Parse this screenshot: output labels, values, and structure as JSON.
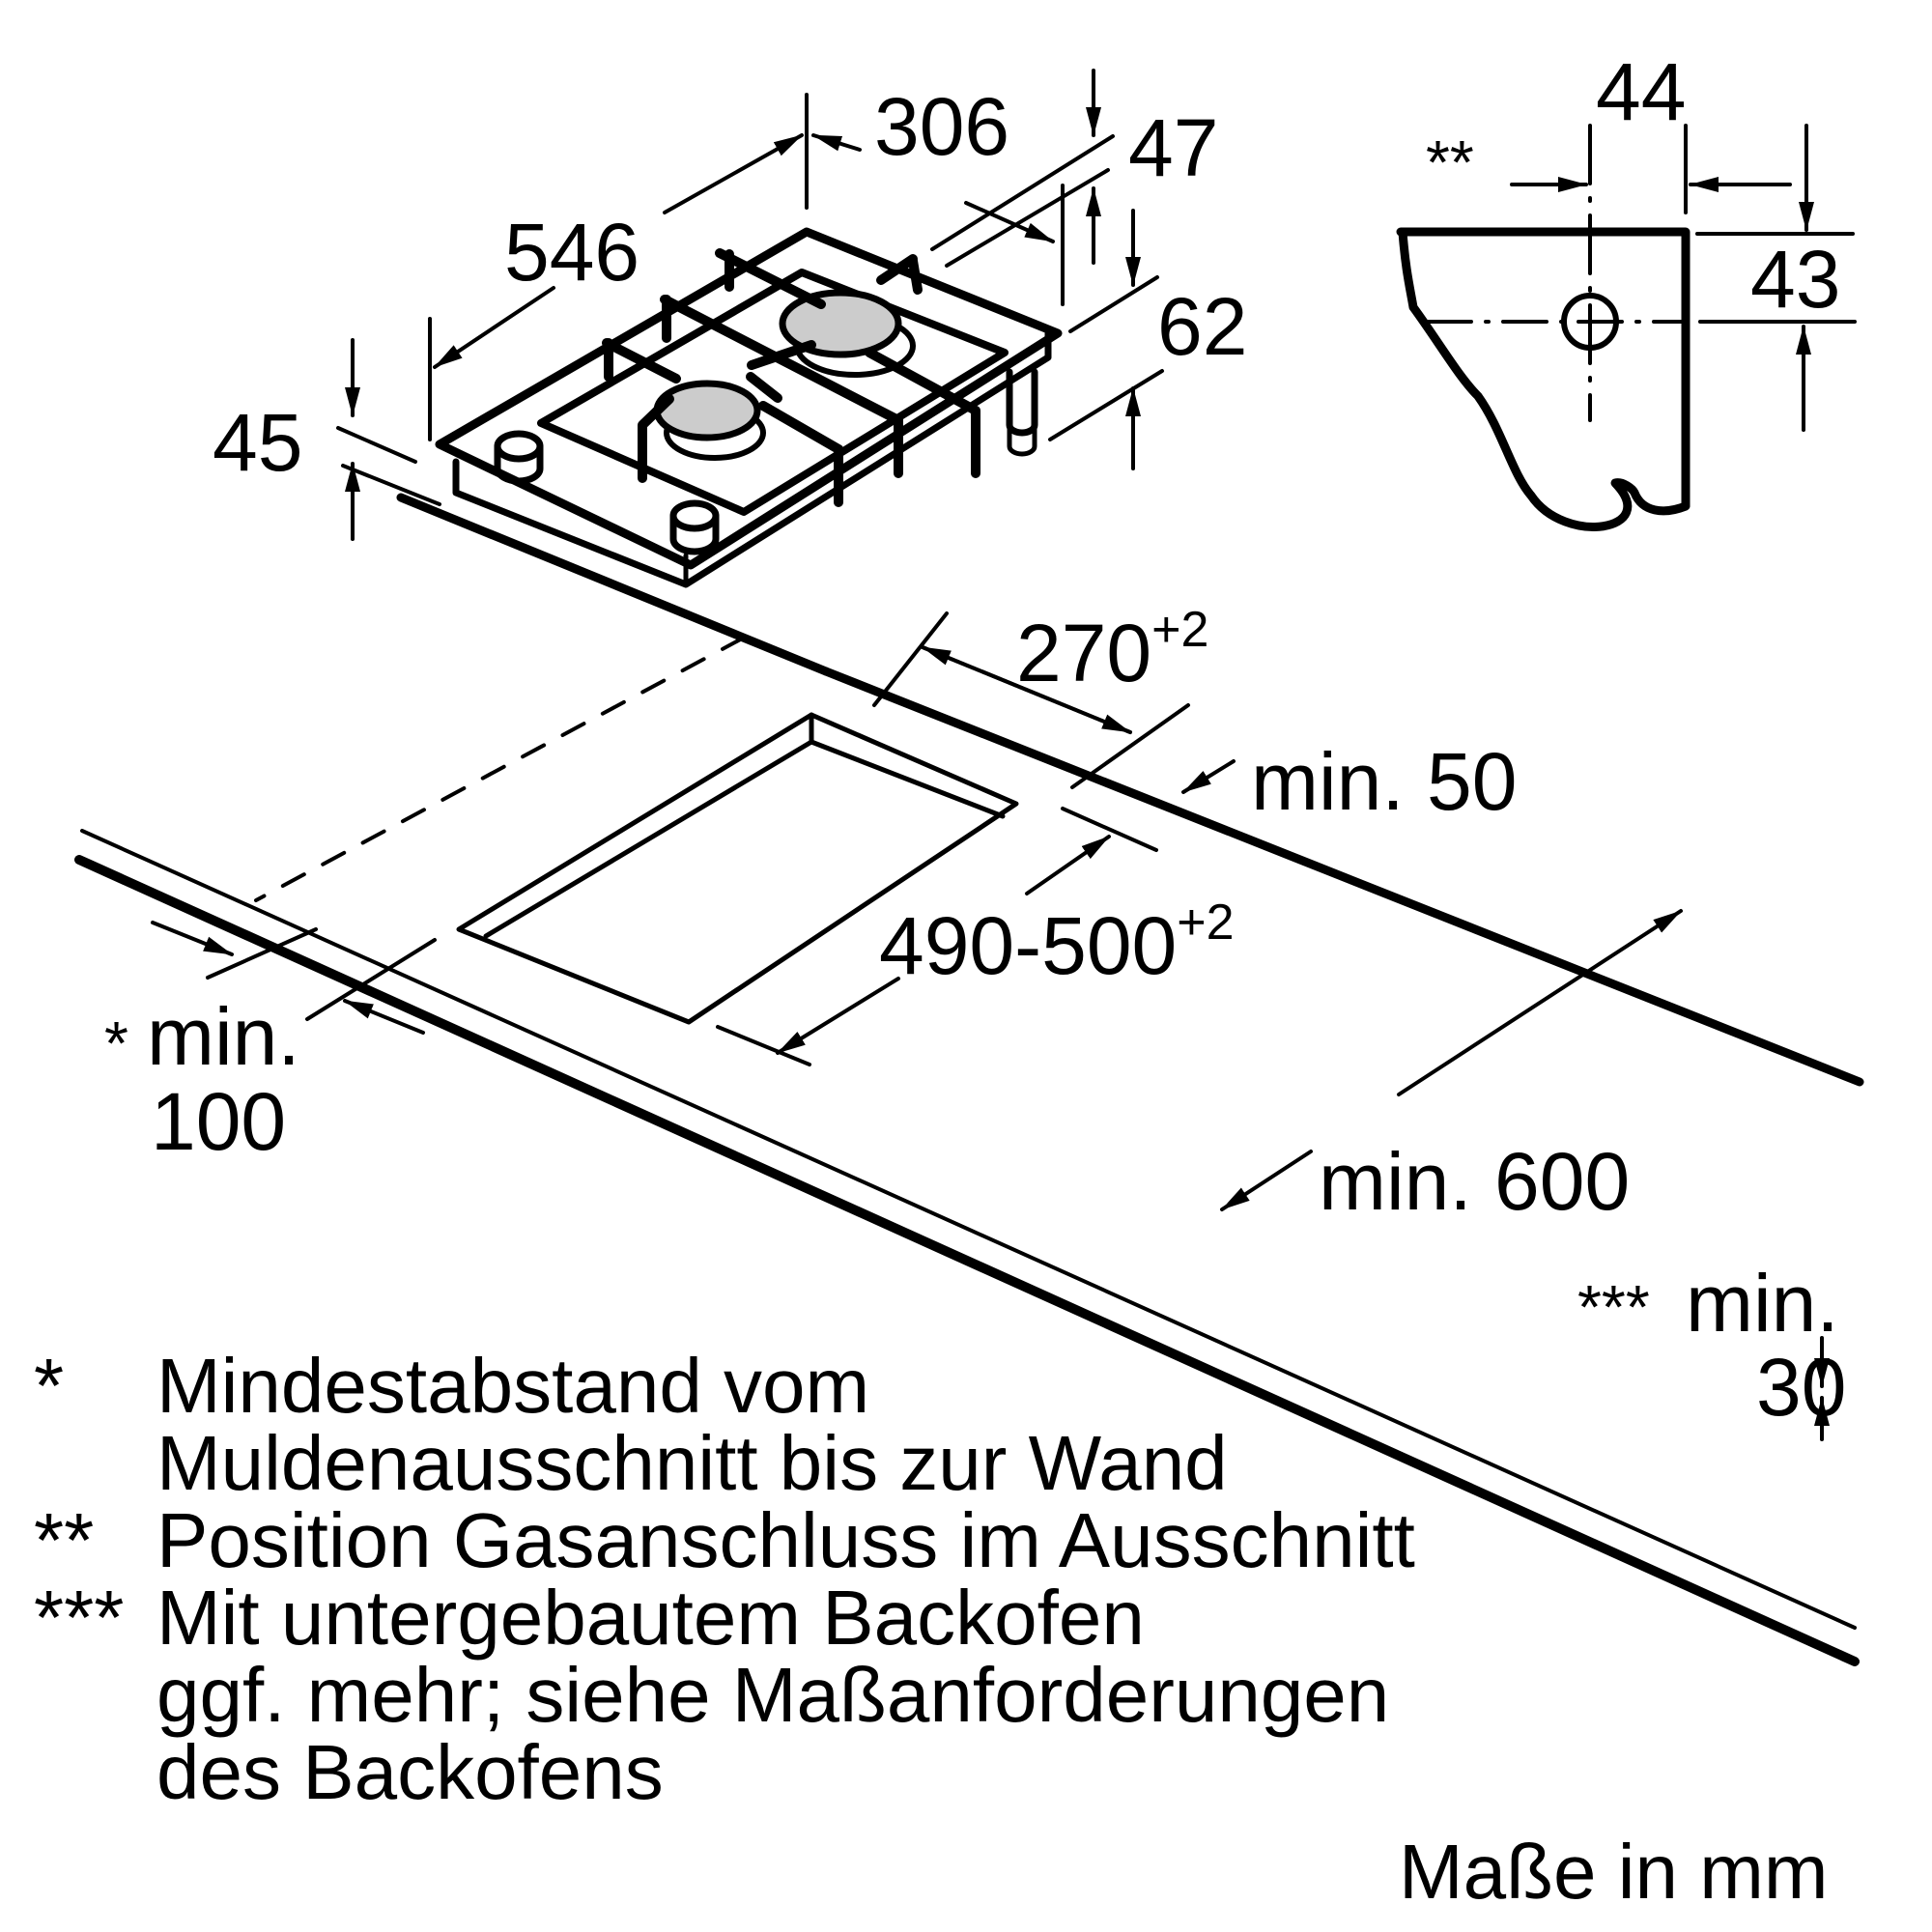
{
  "colors": {
    "line": "#000000",
    "background": "#ffffff",
    "burner_cap": "#cccccc"
  },
  "hob": {
    "dimensions": {
      "width": "306",
      "depth": "546",
      "height_total": "45",
      "rear_edge_offset": "47",
      "connector_height": "62"
    }
  },
  "gas_connection_detail": {
    "marker": "**",
    "horizontal_offset": "44",
    "vertical_offset": "43"
  },
  "cutout": {
    "width": "270",
    "width_tolerance": "+2",
    "depth": "490-500",
    "depth_tolerance": "+2",
    "min_rear": "min. 50",
    "min_side_marker": "*",
    "min_side_label": "min.",
    "min_side_value": "100",
    "countertop_depth": "min. 600",
    "min_front_marker": "***",
    "min_front_label": "min.",
    "min_front_value": "30"
  },
  "notes": [
    {
      "marker": "*",
      "lines": [
        "Mindestabstand vom",
        "Muldenausschnitt bis zur Wand"
      ]
    },
    {
      "marker": "**",
      "lines": [
        "Position Gasanschluss im Ausschnitt"
      ]
    },
    {
      "marker": "***",
      "lines": [
        "Mit untergebautem Backofen",
        "ggf. mehr; siehe Maßanforderungen",
        "des Backofens"
      ]
    }
  ],
  "units_label": "Maße in mm"
}
